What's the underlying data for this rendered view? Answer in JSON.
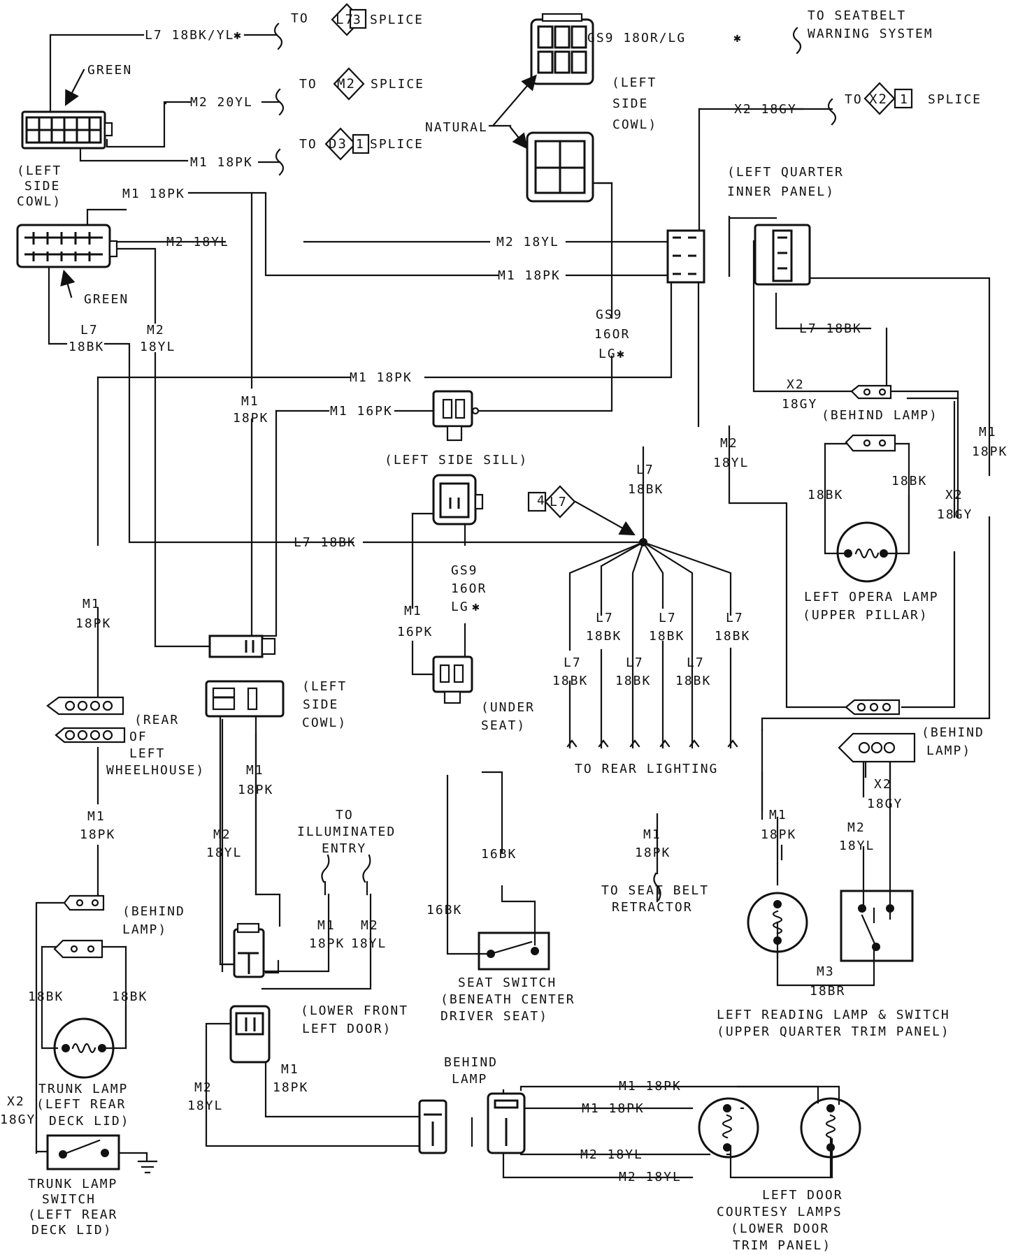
{
  "wires": {
    "l7_18bk_yl": "L7 18BK/YL",
    "l7_18bk": "L7 18BK",
    "l7": "L7",
    "m1": "M1",
    "m2": "M2",
    "m3": "M3",
    "x2": "X2",
    "gs9": "GS9",
    "m2_20yl": "M2 20YL",
    "m2_18yl": "M2 18YL",
    "m1_18pk": "M1 18PK",
    "m1_16pk": "M1 16PK",
    "gs9_18or_lg": "GS9 18OR/LG",
    "x2_18gy": "X2 18GY",
    "g18bk": "18BK",
    "g18pk": "18PK",
    "g16pk": "16PK",
    "g18yl": "18YL",
    "g18gy": "18GY",
    "g16bk": "16BK",
    "g18br": "18BR",
    "g16or": "16OR",
    "lg": "LG"
  },
  "symbols": {
    "star": "✱",
    "to": "TO",
    "splice": "SPLICE",
    "l7_splice_num": "3",
    "d3_splice_num": "1",
    "x2_splice_num": "1",
    "l7_node_num": "4",
    "diamond_l7": "L7",
    "diamond_m2": "M2",
    "diamond_d3": "D3",
    "diamond_x2": "X2"
  },
  "labels": {
    "green": "GREEN",
    "natural": "NATURAL",
    "seatbelt_warning": [
      "TO SEATBELT",
      "WARNING SYSTEM"
    ],
    "left_side_cowl_a": [
      "(LEFT",
      "SIDE",
      "COWL)"
    ],
    "left_side_cowl_b": [
      "(LEFT",
      "SIDE",
      "COWL)"
    ],
    "left_side_cowl_c": [
      "(LEFT",
      "SIDE",
      "COWL)"
    ],
    "left_quarter_inner": [
      "(LEFT QUARTER",
      "INNER PANEL)"
    ],
    "behind_lamp_a": "(BEHIND LAMP)",
    "behind_lamp_b": [
      "(BEHIND",
      "LAMP)"
    ],
    "behind_lamp_c": [
      "(BEHIND",
      "LAMP)"
    ],
    "behind_lamp_d": [
      "BEHIND",
      "LAMP"
    ],
    "left_side_sill": "(LEFT SIDE SILL)",
    "left_opera_lamp": [
      "LEFT OPERA LAMP",
      "(UPPER PILLAR)"
    ],
    "rear_wheelhouse": [
      "(REAR",
      "OF",
      "LEFT",
      "WHEELHOUSE)"
    ],
    "under_seat": [
      "(UNDER",
      "SEAT)"
    ],
    "rear_lighting": "TO REAR LIGHTING",
    "illuminated_entry": [
      "TO",
      "ILLUMINATED",
      "ENTRY"
    ],
    "seat_belt_retractor": [
      "TO SEAT BELT",
      "RETRACTOR"
    ],
    "seat_switch": [
      "SEAT SWITCH",
      "(BENEATH CENTER",
      "DRIVER SEAT)"
    ],
    "reading_lamp": [
      "LEFT READING LAMP & SWITCH",
      "(UPPER QUARTER TRIM PANEL)"
    ],
    "lower_front_door": [
      "(LOWER FRONT",
      "LEFT DOOR)"
    ],
    "trunk_lamp": [
      "TRUNK LAMP",
      "(LEFT REAR",
      "DECK LID)"
    ],
    "trunk_lamp_switch": [
      "TRUNK LAMP",
      "SWITCH",
      "(LEFT REAR",
      "DECK LID)"
    ],
    "courtesy_lamps": [
      "LEFT DOOR",
      "COURTESY LAMPS",
      "(LOWER DOOR",
      "TRIM PANEL)"
    ]
  }
}
